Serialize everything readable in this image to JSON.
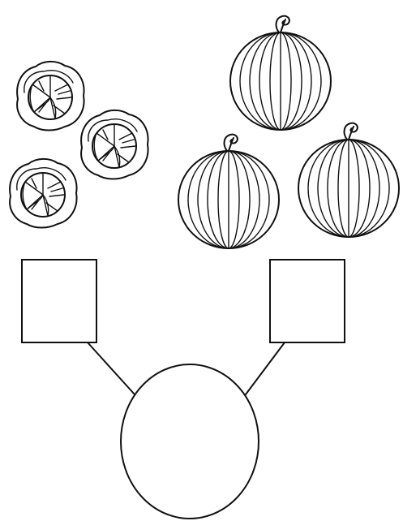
{
  "diagram": {
    "groups": [
      {
        "name": "cabbages",
        "item_icon": "cabbage-icon",
        "count": 3,
        "answer_value": ""
      },
      {
        "name": "watermelons",
        "item_icon": "watermelon-icon",
        "count": 3,
        "answer_value": ""
      }
    ],
    "sum": {
      "answer_value": ""
    },
    "colors": {
      "ink": "#111111",
      "background": "#ffffff"
    }
  }
}
